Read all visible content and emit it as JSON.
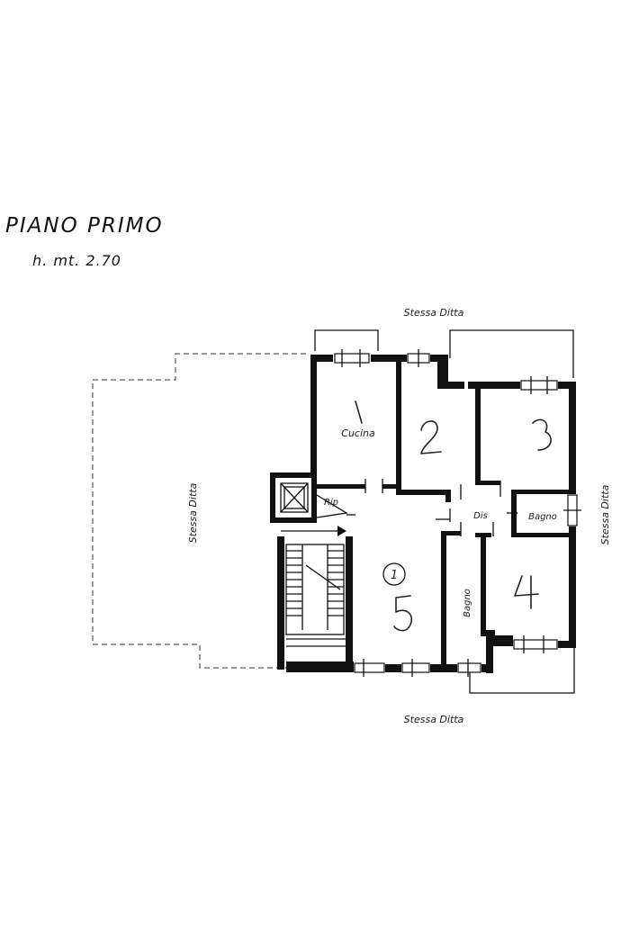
{
  "title": "PIANO PRIMO",
  "height": "h.  mt. 2.70",
  "labels": {
    "stessa_ditta_top": "Stessa Ditta",
    "stessa_ditta_bottom": "Stessa Ditta",
    "stessa_ditta_left": "Stessa Ditta",
    "stessa_ditta_right": "Stessa Ditta",
    "cucina": "Cucina",
    "rip": "Rip",
    "dis": "Dis",
    "bagno_right": "Bagno",
    "bagno_center": "Bagno",
    "room_marker": "1"
  },
  "room_numbers": [
    "1",
    "2",
    "3",
    "4",
    "5"
  ]
}
